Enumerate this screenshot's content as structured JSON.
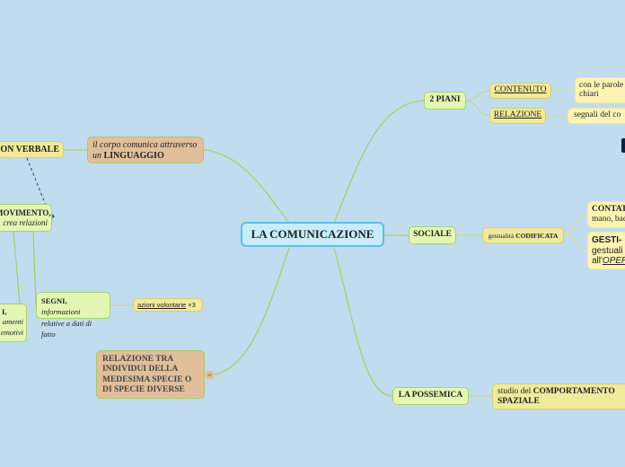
{
  "root": {
    "label": "LA COMUNICAZIONE"
  },
  "left": {
    "non_verbale": {
      "label": "ON VERBALE"
    },
    "linguaggio": {
      "prefix": "il corpo comunica attraverso un",
      "bold": "LINGUAGGIO"
    },
    "movimento": {
      "bold": "MOVIMENTO,",
      "italic": "crea relazioni"
    },
    "i_node": {
      "bold": "I,",
      "line2": "amenti",
      "line3": "emotivi"
    },
    "segni": {
      "bold": "SEGNI,",
      "italic": "informazioni relative a dati di fatto"
    },
    "azioni": {
      "label": "azioni volontarie",
      "count": "×3"
    },
    "relazione_specie": {
      "label": "RELAZIONE TRA INDIVIDUI DELLA MEDESIMA SPECIE O DI SPECIE DIVERSE",
      "note_icon": "≡"
    }
  },
  "right": {
    "due_piani": {
      "label": "2 PIANI"
    },
    "contenuto": {
      "label": "CONTENUTO",
      "detail": "con le parole chiari"
    },
    "relazione": {
      "label": "RELAZIONE",
      "detail": "segnali del co"
    },
    "sociale": {
      "label": "SOCIALE"
    },
    "codificata": {
      "prefix": "gestualità",
      "bold": "CODIFICATA"
    },
    "contatti": {
      "bold": "CONTAT",
      "line2": "mano, bac"
    },
    "gesti": {
      "bold": "GESTI-",
      "line2": "gestuali",
      "line3_prefix": "all'",
      "line3_em": "OPER"
    },
    "possemica": {
      "label": "LA POSSEMICA"
    },
    "comportamento": {
      "prefix": "studio del",
      "bold": "COMPORTAMENTO SPAZIALE"
    }
  },
  "colors": {
    "background": "#c2dcef",
    "root_fill": "#c8ecfb",
    "root_border": "#5fbde6",
    "green_fill": "#e3f6b4",
    "yellow_fill": "#f1ea9c",
    "tan_fill": "#e1bf9b",
    "link": "#9fd16a"
  }
}
